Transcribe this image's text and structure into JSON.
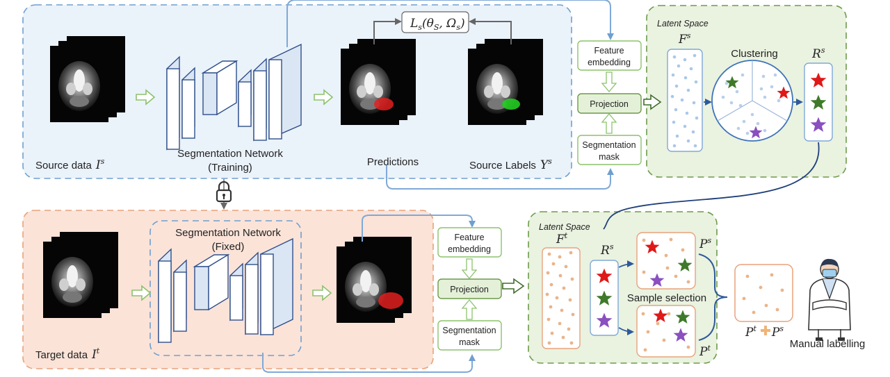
{
  "source": {
    "data_label": "Source data",
    "data_symbol": "I",
    "data_sup": "s",
    "network_title": "Segmentation Network",
    "network_sub": "(Training)",
    "predictions_label": "Predictions",
    "labels_label": "Source Labels",
    "labels_symbol": "Y",
    "labels_sup": "s",
    "loss": "L",
    "loss_sub": "s",
    "loss_args": "(θ",
    "loss_args_sub1": "S",
    "loss_args_mid": ", Ω",
    "loss_args_sub2": "s",
    "loss_close": ")"
  },
  "target": {
    "data_label": "Target data",
    "data_symbol": "I",
    "data_sup": "t",
    "network_title": "Segmentation Network",
    "network_sub": "(Fixed)"
  },
  "pipeline_top": {
    "feature_embedding_1": "Feature",
    "feature_embedding_2": "embedding",
    "projection": "Projection",
    "seg_mask_1": "Segmentation",
    "seg_mask_2": "mask"
  },
  "pipeline_bottom": {
    "feature_embedding_1": "Feature",
    "feature_embedding_2": "embedding",
    "projection": "Projection",
    "seg_mask_1": "Segmentation",
    "seg_mask_2": "mask"
  },
  "latent_top": {
    "title": "Latent Space",
    "f_symbol": "F",
    "f_sup": "s",
    "clustering": "Clustering",
    "r_symbol": "R",
    "r_sup": "s"
  },
  "latent_bottom": {
    "title": "Latent Space",
    "f_symbol": "F",
    "f_sup": "t",
    "r_symbol": "R",
    "r_sup": "s",
    "p_s_symbol": "P",
    "p_s_sup": "s",
    "p_t_symbol": "P",
    "p_t_sup": "t",
    "sample_selection": "Sample selection"
  },
  "final": {
    "pt": "P",
    "pt_sup": "t",
    "ps": "P",
    "ps_sup": "s",
    "manual": "Manual labelling"
  },
  "colors": {
    "blue_fill": "#eaf2fa",
    "blue_border": "#6f9fcf",
    "orange_fill": "#fbe3d8",
    "orange_border": "#e8a27a",
    "green_fill": "#eaf2e0",
    "green_border": "#6c9a4a",
    "pred_red": "#e02020",
    "label_green": "#22cc22",
    "star_red": "#e01818",
    "star_green": "#3f7a2a",
    "star_purple": "#8a4fc0"
  }
}
